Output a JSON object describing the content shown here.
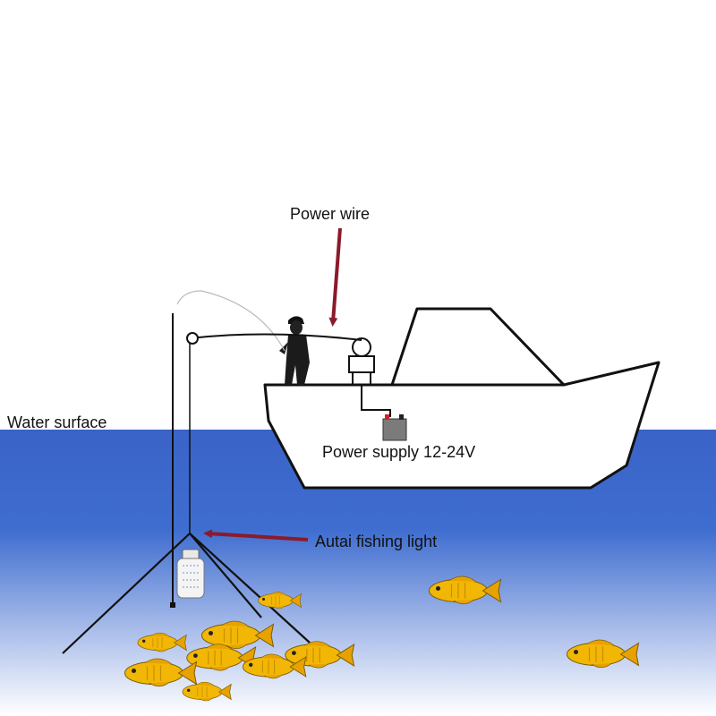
{
  "labels": {
    "power_wire": "Power wire",
    "water_surface": "Water surface",
    "power_supply": "Power supply 12-24V",
    "fishing_light": "Autai fishing light"
  },
  "colors": {
    "sky": "#ffffff",
    "water_top": "#3a63c7",
    "water_bottom": "#ffffff",
    "arrow": "#8b1a2b",
    "outline": "#111111",
    "fish_body": "#f2b705",
    "fish_fin": "#e8a200",
    "light_body": "#f4f4f4"
  },
  "icons": {
    "boat": "boat-icon",
    "fisherman": "fisherman-icon",
    "reel": "reel-icon",
    "battery": "battery-icon",
    "lamp": "fishing-lamp-icon",
    "fish": "fish-icon"
  }
}
